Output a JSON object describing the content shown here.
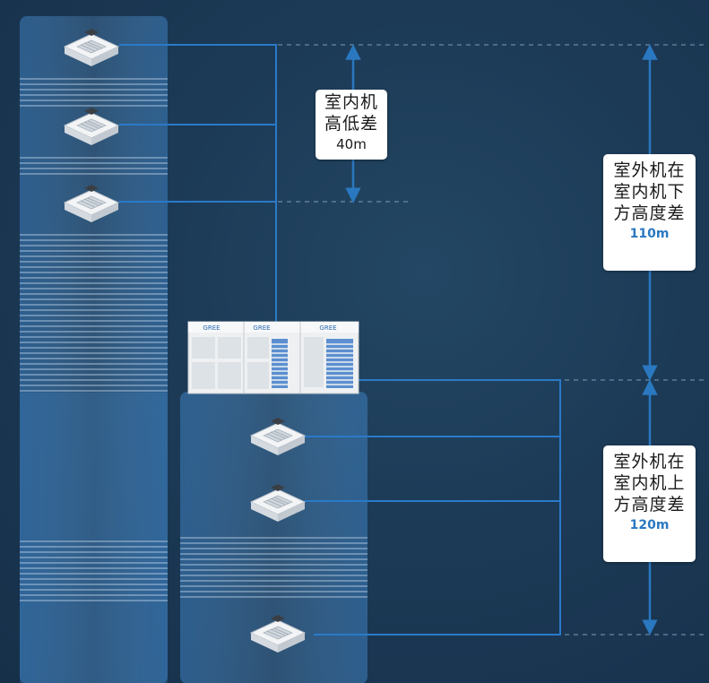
{
  "indoor_diff": {
    "line1": "室内机",
    "line2": "高低差",
    "value": "40m"
  },
  "outdoor_below": {
    "line1": "室外机在",
    "line2": "室内机下",
    "line3": "方高度差",
    "value": "110m"
  },
  "outdoor_above": {
    "line1": "室外机在",
    "line2": "室内机上",
    "line3": "方高度差",
    "value": "120m"
  },
  "outdoor_unit": {
    "brand_labels": [
      "GREE",
      "GREE",
      "GREE"
    ]
  },
  "colors": {
    "background": "#1c3a56",
    "pipe": "#2a7ac8",
    "arrow": "#2a78c0",
    "accent_value": "#2a78c0",
    "dashed": "#6f8fae"
  }
}
